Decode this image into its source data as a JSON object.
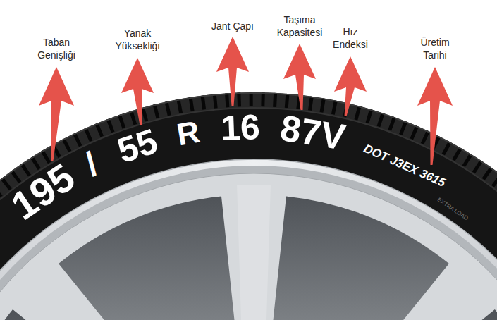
{
  "diagram": {
    "labels": [
      "Taban Genişliği",
      "Yanak Yüksekliği",
      "Jant Çapı",
      "Taşıma Kapasitesi",
      "Hız Endeksi",
      "Üretim Tarihi",
      "195",
      "/",
      "55",
      "R",
      "16",
      "87V",
      "DOT J3EX 3615",
      "EXTRA LOAD"
    ]
  }
}
